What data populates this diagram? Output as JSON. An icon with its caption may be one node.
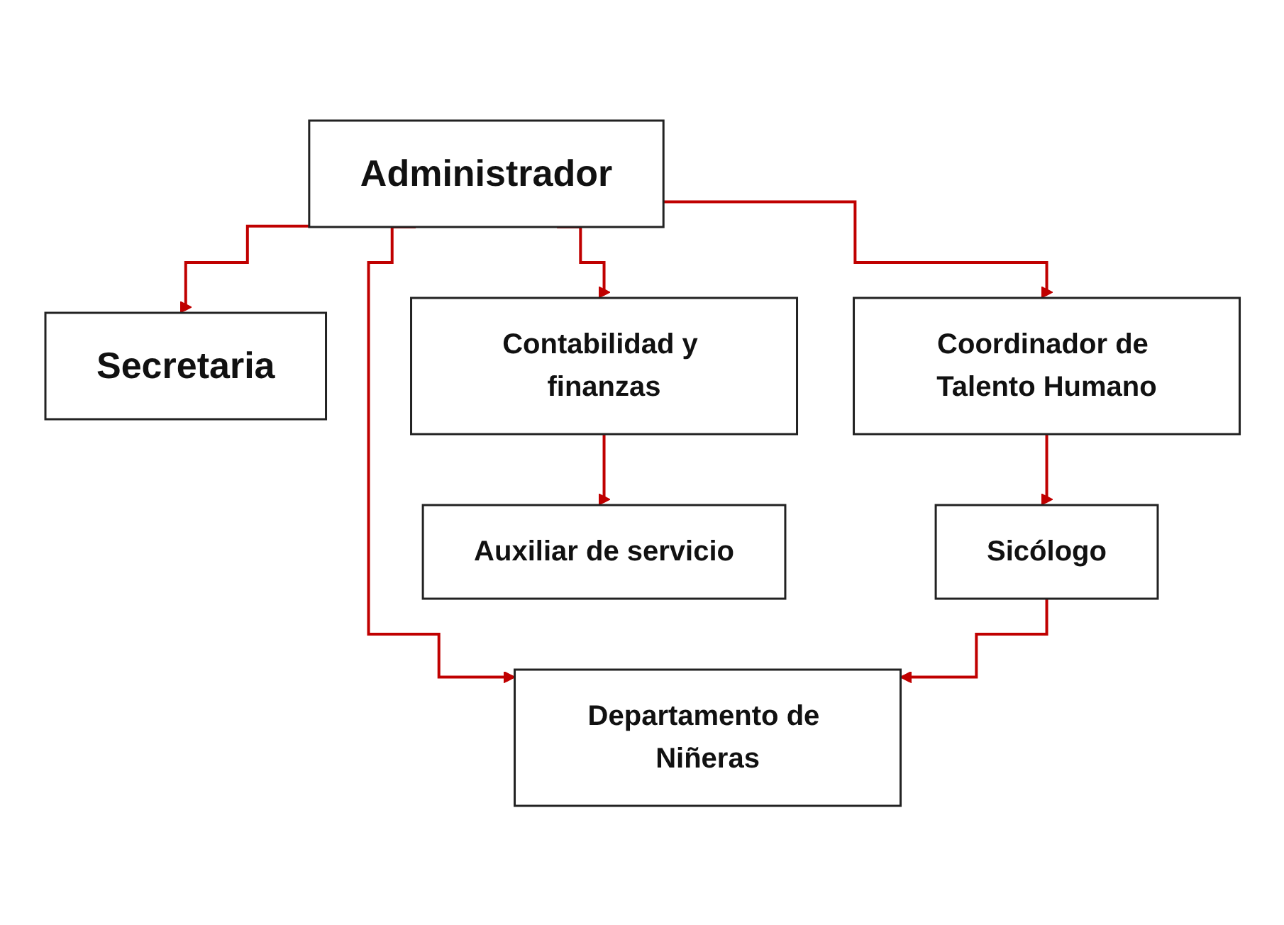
{
  "diagram": {
    "nodes": [
      {
        "text": [
          "Administrador"
        ]
      },
      {
        "text": [
          "Secretaria"
        ]
      },
      {
        "text": [
          "Coordinador de Talento Humano"
        ]
      },
      {
        "text": [
          "Contabilidad y finanzas"
        ]
      },
      {
        "text": [
          "Departamento de Niñeras"
        ]
      },
      {
        "text": [
          "Sicólogo"
        ]
      },
      {
        "text": [
          "Auxiliar de servicio"
        ]
      }
    ],
    "edges": [
      {
        "from": 0,
        "to": 1,
        "arrow": "to"
      },
      {
        "from": 0,
        "to": 2,
        "arrow": "to"
      },
      {
        "from": 0,
        "to": 3,
        "arrow": "to"
      },
      {
        "from": 0,
        "to": 4,
        "arrow": "to"
      },
      {
        "from": 2,
        "to": 5,
        "arrow": "to"
      },
      {
        "from": 5,
        "to": 4,
        "arrow": "to"
      },
      {
        "from": 3,
        "to": 6,
        "arrow": "to"
      }
    ]
  }
}
